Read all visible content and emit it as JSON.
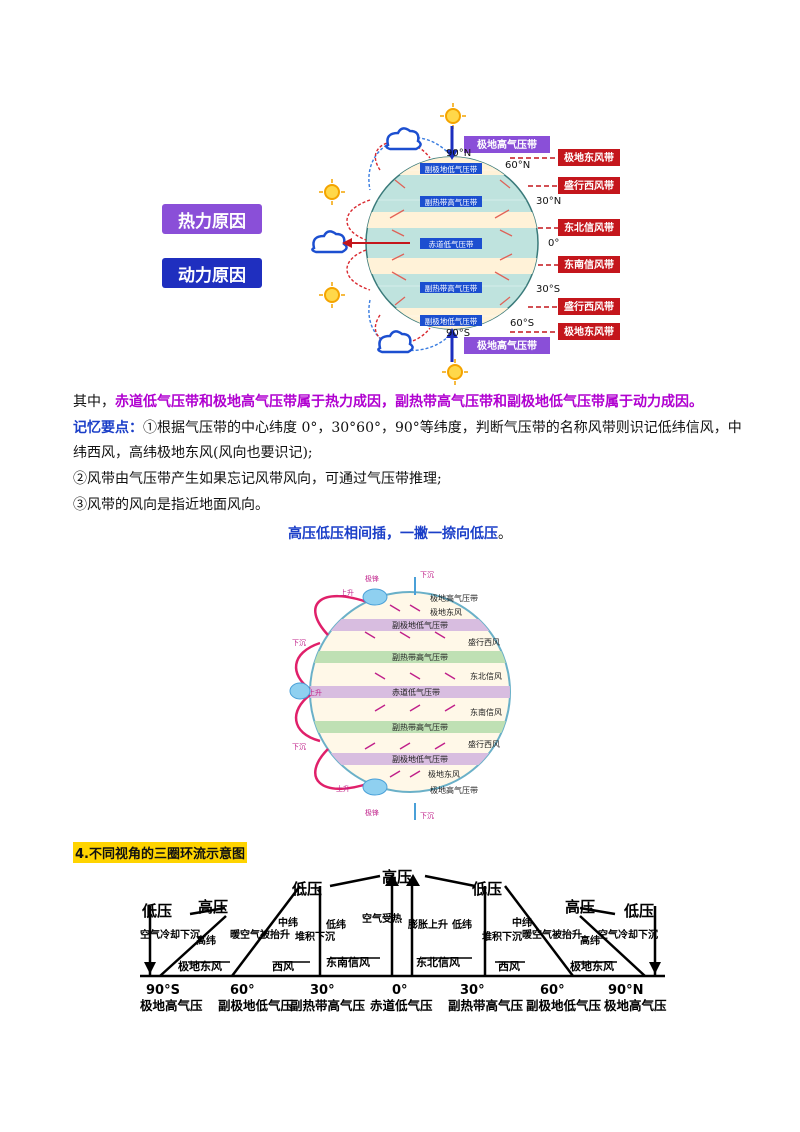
{
  "fig1": {
    "cause_thermal": "热力原因",
    "cause_dynamic": "动力原因",
    "colors": {
      "thermal": "#8a4fd8",
      "dynamic": "#1f2fbf",
      "wind_box": "#c4161c",
      "top_box": "#8a4fd8"
    },
    "top_box": "极地高气压带",
    "bottom_box": "极地高气压带",
    "lat_labels": [
      "90°N",
      "60°N",
      "30°N",
      "0°",
      "30°S",
      "60°S",
      "90°S"
    ],
    "belts": [
      "副极地低气压带",
      "副热带高气压带",
      "赤道低气压带",
      "副热带高气压带",
      "副极地低气压带"
    ],
    "winds": [
      "极地东风带",
      "盛行西风带",
      "东北信风带",
      "东南信风带",
      "盛行西风带",
      "极地东风带"
    ]
  },
  "text": {
    "line1_prefix": "其中，",
    "line1_emph": "赤道低气压带和极地高气压带属于热力成因，副热带高气压带和副极地低气压带属于动力成因。",
    "memo_label": "记忆要点：",
    "memo_1a": "①根据气压带的中心纬度 0°，30°60°，90°等纬度，判断气压带的名称风带则识记低纬信风，中",
    "memo_1b": "纬西风，高纬极地东风(风向也要识记);",
    "memo_2": "②风带由气压带产生如果忘记风带风向，可通过气压带推理;",
    "memo_3": "③风带的风向是指近地面风向。",
    "slogan": "高压低压相间插，一撇一捺向低压",
    "slogan_end": "。"
  },
  "fig2": {
    "side_labels": [
      "极锋",
      "上升",
      "下沉",
      "下沉",
      "上升",
      "下沉",
      "上升",
      "极锋",
      "下沉"
    ],
    "rows": [
      "极地高气压带",
      "极地东风",
      "副极地低气压带",
      "盛行西风",
      "副热带高气压带",
      "东北信风",
      "赤道低气压带",
      "东南信风",
      "副热带高气压带",
      "盛行西风",
      "副极地低气压带",
      "极地东风",
      "极地高气压带"
    ]
  },
  "section": {
    "title": "4.不同视角的三圈环流示意图"
  },
  "fig3": {
    "top": [
      "低压",
      "高压",
      "低压"
    ],
    "side_top": [
      "低压",
      "高压",
      "高压",
      "低压"
    ],
    "vertical": [
      "空气冷却下沉",
      "高纬",
      "暖空气被抬升",
      "中纬",
      "堆积下沉",
      "低纬",
      "空气受热",
      "膨胀上升",
      "低纬",
      "堆积下沉",
      "中纬",
      "暖空气被抬升",
      "高纬",
      "空气冷却下沉"
    ],
    "winds": [
      "极地东风",
      "西风",
      "东南信风",
      "东北信风",
      "西风",
      "极地东风"
    ],
    "lats": [
      "90°S",
      "60°",
      "30°",
      "0°",
      "30°",
      "60°",
      "90°N"
    ],
    "belts": [
      "极地高气压",
      "副极地低气压",
      "副热带高气压",
      "赤道低气压",
      "副热带高气压",
      "副极地低气压",
      "极地高气压"
    ]
  }
}
